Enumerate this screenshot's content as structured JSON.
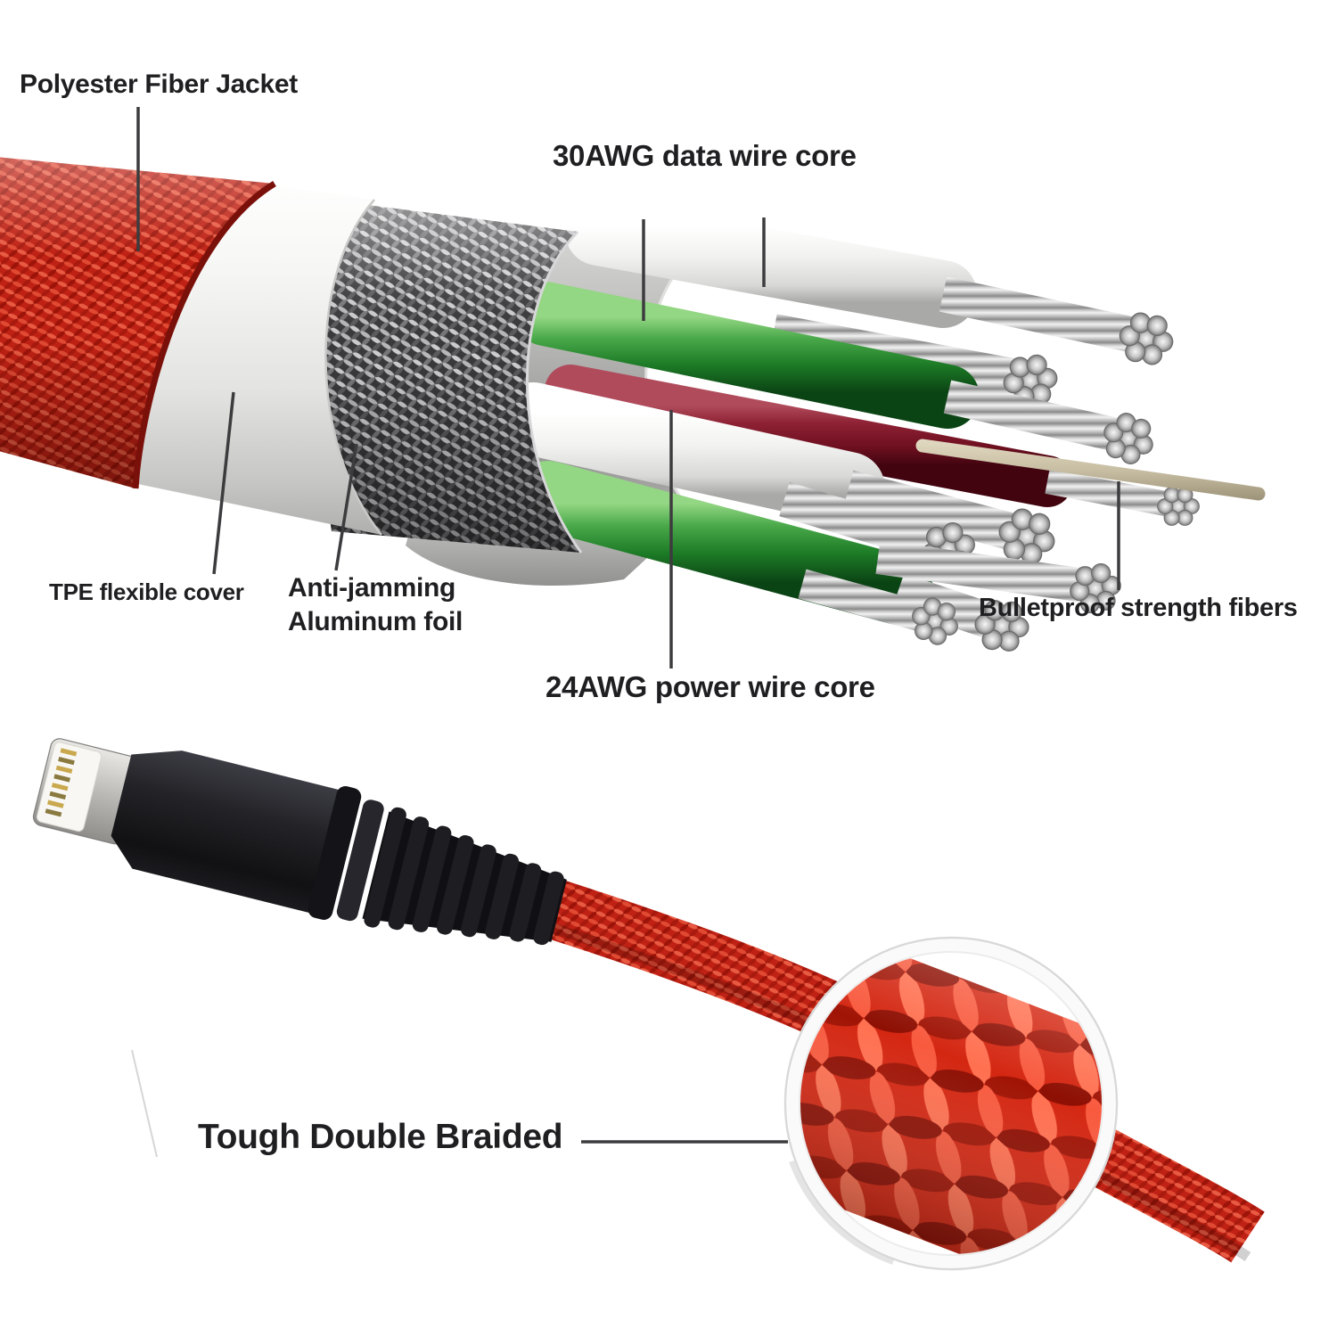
{
  "page": {
    "background": "#ffffff"
  },
  "diagram": {
    "subject": "braided charging cable cutaway",
    "labels": {
      "polyester_jacket": "Polyester Fiber Jacket",
      "data_wire_core": "30AWG data wire core",
      "tpe_cover": "TPE flexible cover",
      "anti_jamming_line1": "Anti-jamming",
      "anti_jamming_line2": "Aluminum foil",
      "power_wire_core": "24AWG power wire core",
      "strength_fibers": "Bulletproof strength fibers",
      "double_braided": "Tough Double Braided"
    },
    "colors": {
      "jacket_red": "#c8271a",
      "tpe_white": "#efefed",
      "shield_braid_grey": "#4a4a4c",
      "foil_grey": "#b0b0ae",
      "wire_green": "#2e8b2e",
      "wire_maroon": "#7c1626",
      "wire_white": "#f2f2f0",
      "strand_silver": "#b5b5b5",
      "strength_fiber_tan": "#c9c0a9",
      "connector_black": "#1a1a1e",
      "connector_metal": "#b9b8b5",
      "label_text": "#1f1f21"
    }
  }
}
